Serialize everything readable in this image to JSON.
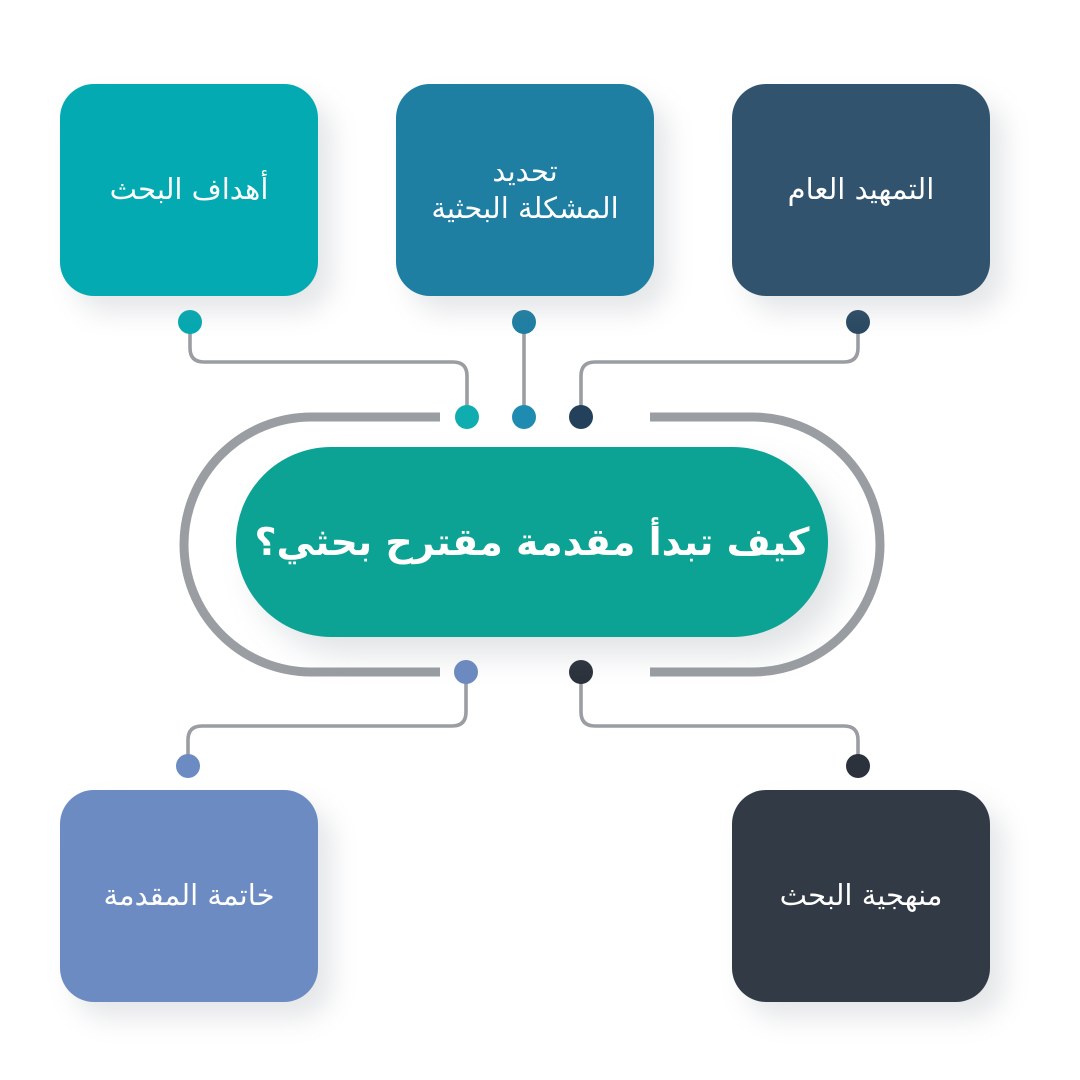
{
  "diagram": {
    "title": "كيف تبدأ مقدمة مقترح بحثي؟",
    "center": {
      "label": "كيف تبدأ مقدمة مقترح بحثي؟",
      "fill": "#0CA294",
      "text_color": "#FFFFFF"
    },
    "ring": {
      "stroke": "#9A9EA2",
      "stroke_width": 9,
      "shape": "stadium-outline"
    },
    "connector_line_color": "#9A9EA2",
    "nodes": [
      {
        "id": "node-0",
        "label": "أهداف البحث",
        "fill": "#04AAB2",
        "dot_color": "#04AAB2",
        "position": "top-left"
      },
      {
        "id": "node-1",
        "label": "تحديد\nالمشكلة البحثية",
        "fill": "#1E7FA3",
        "dot_color": "#1E7FA3",
        "position": "top-center"
      },
      {
        "id": "node-2",
        "label": "التمهيد العام",
        "fill": "#31536E",
        "dot_color": "#2A4A63",
        "position": "top-right"
      },
      {
        "id": "node-3",
        "label": "خاتمة المقدمة",
        "fill": "#6C8BC2",
        "dot_color": "#6C8BC2",
        "position": "bottom-left"
      },
      {
        "id": "node-4",
        "label": "منهجية البحث",
        "fill": "#323A45",
        "dot_color": "#2B323C",
        "position": "bottom-right"
      }
    ]
  }
}
